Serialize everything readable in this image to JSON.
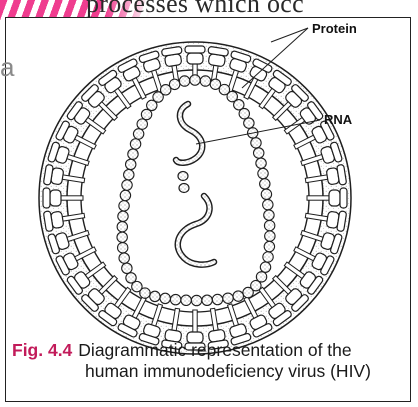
{
  "page": {
    "top_fragment_text": "processes which occ",
    "stray_letter": "a"
  },
  "diagram": {
    "labels": {
      "protein": "Protein",
      "rna": "RNA"
    },
    "colors": {
      "stroke": "#1f1f1f",
      "stipple": "#b9b9b9",
      "accent": "#c21b5a"
    }
  },
  "caption": {
    "figure_number": "Fig. 4.4",
    "line1": "Diagrammatic representation of the",
    "line2": "human immunodeficiency virus (HIV)"
  }
}
